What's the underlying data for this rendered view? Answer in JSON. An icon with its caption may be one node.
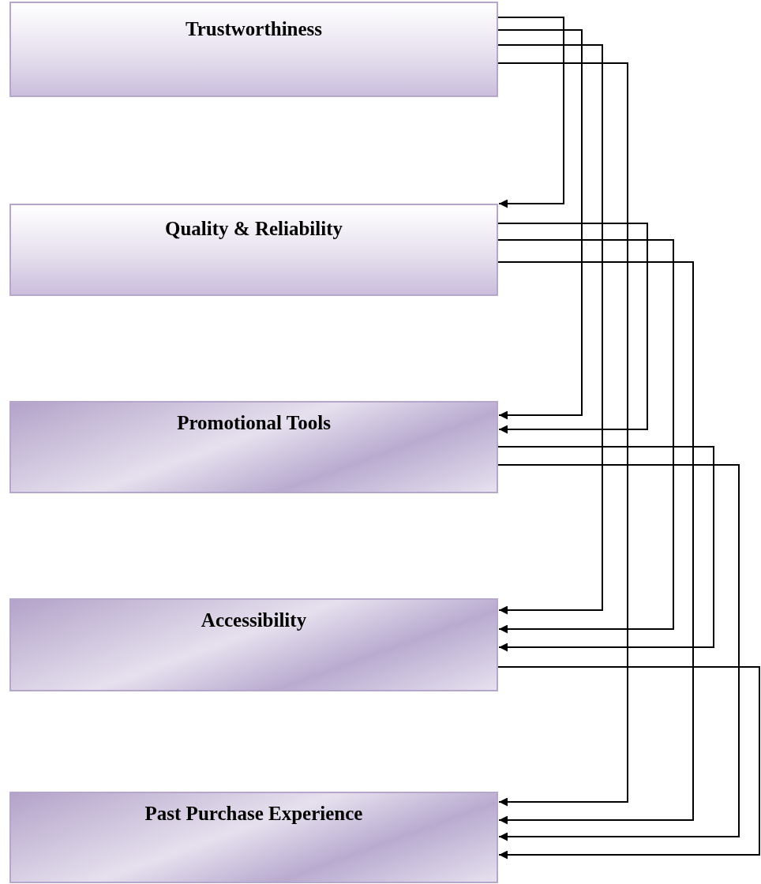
{
  "diagram": {
    "nodes": [
      {
        "text": [
          "Trustworthiness"
        ]
      },
      {
        "text": [
          "Quality & Reliability"
        ]
      },
      {
        "text": [
          "Promotional Tools"
        ]
      },
      {
        "text": [
          "Accessibility"
        ]
      },
      {
        "text": [
          "Past Purchase Experience"
        ]
      }
    ],
    "edges": [
      {
        "from": 0,
        "to": 1,
        "arrow": "to"
      },
      {
        "from": 0,
        "to": 2,
        "arrow": "to"
      },
      {
        "from": 0,
        "to": 3,
        "arrow": "to"
      },
      {
        "from": 0,
        "to": 4,
        "arrow": "to"
      },
      {
        "from": 1,
        "to": 2,
        "arrow": "to"
      },
      {
        "from": 1,
        "to": 3,
        "arrow": "to"
      },
      {
        "from": 1,
        "to": 4,
        "arrow": "to"
      },
      {
        "from": 2,
        "to": 3,
        "arrow": "to"
      },
      {
        "from": 2,
        "to": 4,
        "arrow": "to"
      },
      {
        "from": 3,
        "to": 4,
        "arrow": "to"
      }
    ]
  }
}
